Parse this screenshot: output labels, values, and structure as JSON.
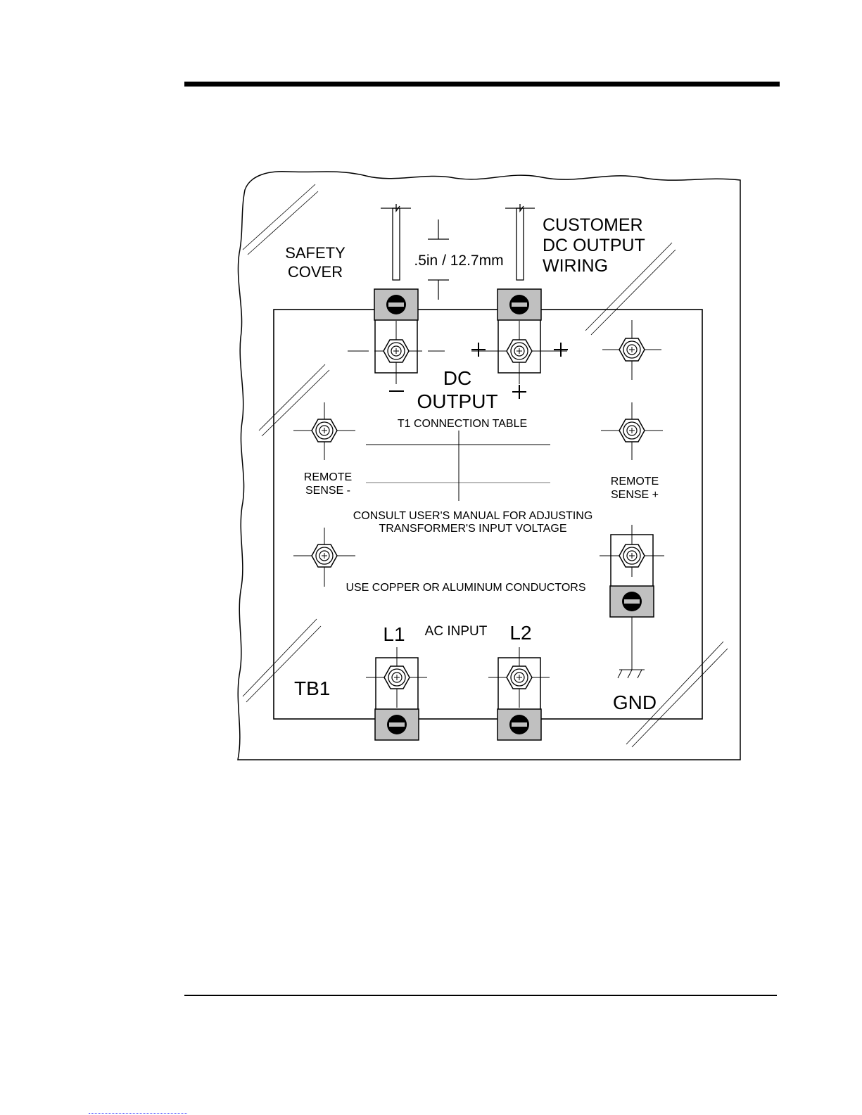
{
  "figure": {
    "labels": {
      "safety_cover_1": "SAFETY",
      "safety_cover_2": "COVER",
      "dimension": ".5in / 12.7mm",
      "customer_1": "CUSTOMER",
      "customer_2": "DC OUTPUT",
      "customer_3": "WIRING",
      "dc_output_1": "DC",
      "dc_output_2": "OUTPUT",
      "t1_table": "T1 CONNECTION TABLE",
      "remote_sense_minus_1": "REMOTE",
      "remote_sense_minus_2": "SENSE -",
      "remote_sense_plus_1": "REMOTE",
      "remote_sense_plus_2": "SENSE +",
      "consult_1": "CONSULT USER'S MANUAL FOR ADJUSTING",
      "consult_2": "TRANSFORMER'S INPUT VOLTAGE",
      "conductors": "USE COPPER OR ALUMINUM CONDUCTORS",
      "l1": "L1",
      "ac_input": "AC INPUT",
      "l2": "L2",
      "tb1": "TB1",
      "gnd": "GND"
    },
    "colors": {
      "screw_fill": "#c0c0c0",
      "line": "#000000"
    }
  }
}
